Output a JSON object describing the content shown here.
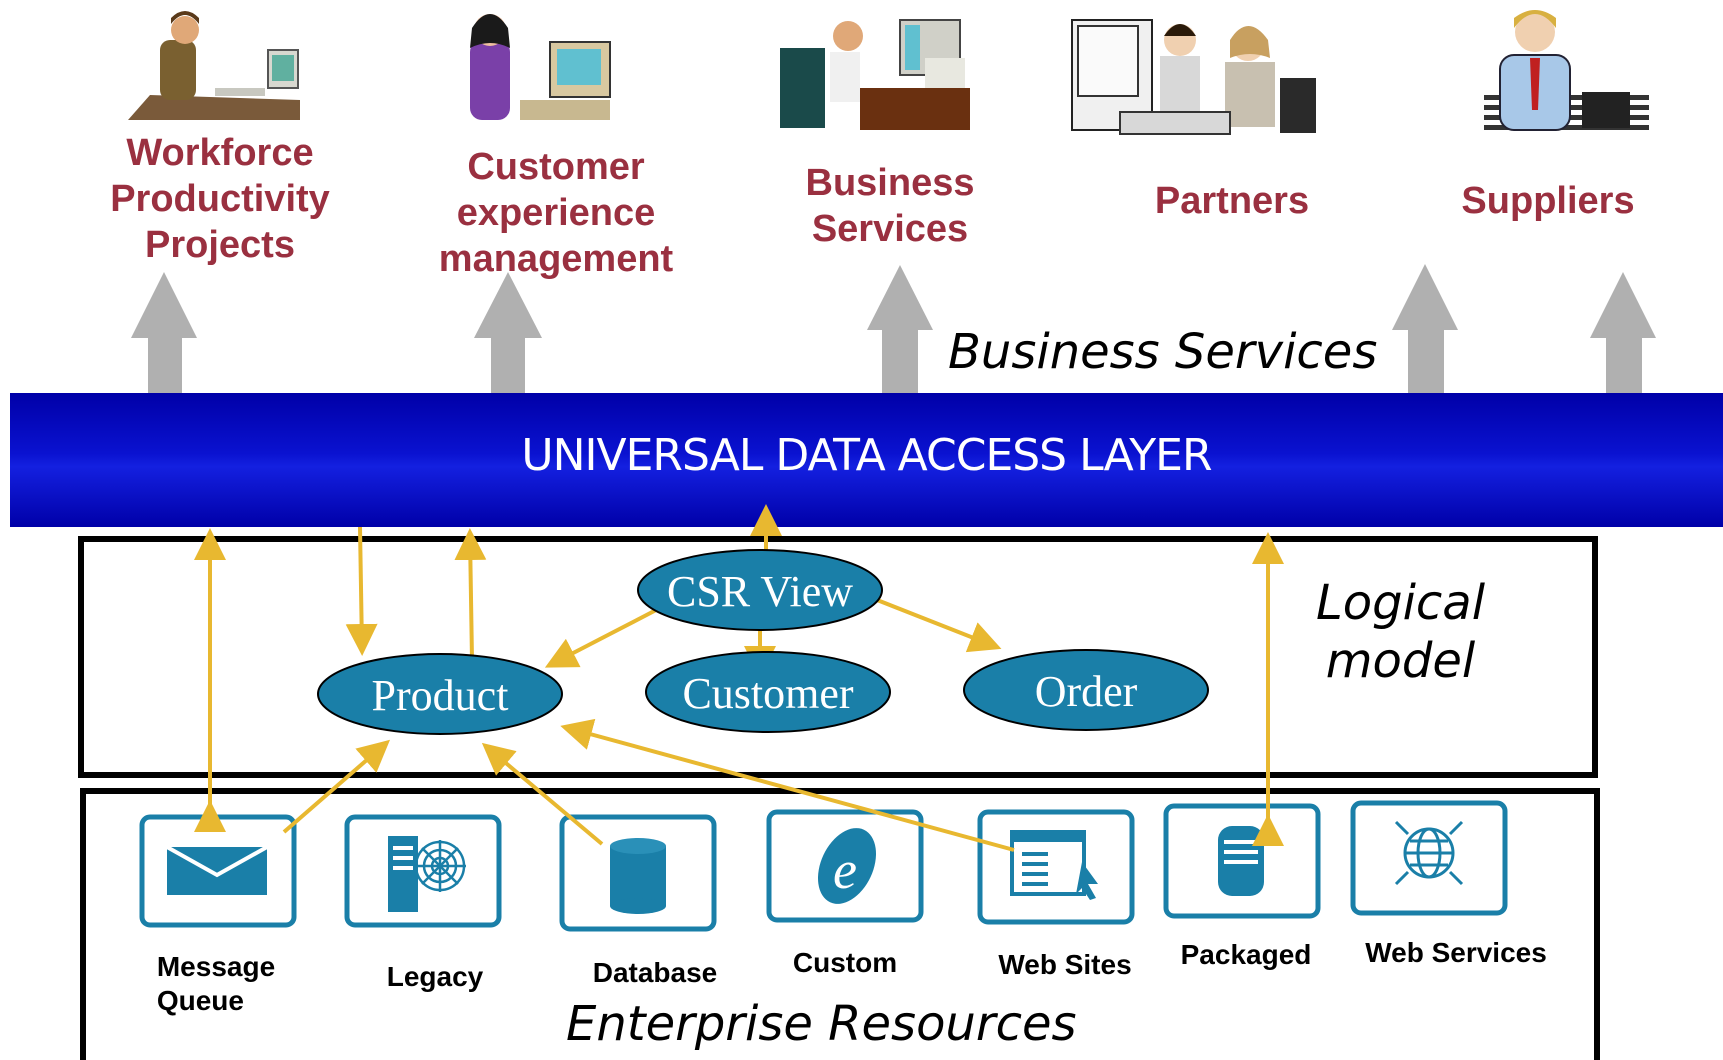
{
  "consumers": [
    {
      "label_lines": [
        "Workforce",
        "Productivity",
        "Projects"
      ],
      "icon": "person-at-desk-icon"
    },
    {
      "label_lines": [
        "Customer",
        "experience",
        "management"
      ],
      "icon": "person-at-computer-icon"
    },
    {
      "label_lines": [
        "Business",
        "Services"
      ],
      "icon": "person-at-office-desk-icon"
    },
    {
      "label_lines": [
        "Partners"
      ],
      "icon": "two-people-at-computer-icon"
    },
    {
      "label_lines": [
        "Suppliers"
      ],
      "icon": "person-with-laptop-icon"
    }
  ],
  "business_services_label": "Business Services",
  "access_layer_label": "UNIVERSAL DATA ACCESS LAYER",
  "logical_model_label_lines": [
    "Logical",
    "model"
  ],
  "entities": {
    "csr_view": "CSR View",
    "product": "Product",
    "customer": "Customer",
    "order": "Order"
  },
  "resources": [
    {
      "label_lines": [
        "Message",
        "Queue"
      ],
      "icon": "envelope-icon"
    },
    {
      "label_lines": [
        "Legacy"
      ],
      "icon": "server-web-icon"
    },
    {
      "label_lines": [
        "Database"
      ],
      "icon": "cylinder-database-icon"
    },
    {
      "label_lines": [
        "Custom"
      ],
      "icon": "e-logo-icon"
    },
    {
      "label_lines": [
        "Web Sites"
      ],
      "icon": "browser-window-icon"
    },
    {
      "label_lines": [
        "Packaged"
      ],
      "icon": "server-package-icon"
    },
    {
      "label_lines": [
        "Web Services"
      ],
      "icon": "globe-arrows-icon"
    }
  ],
  "enterprise_resources_label": "Enterprise Resources",
  "colors": {
    "consumer_text": "#9a3040",
    "layer_blue": "#0000a8",
    "entity_fill": "#1a7fa8",
    "resource_blue": "#1a7fa8",
    "connector": "#e8b830",
    "up_arrow": "#b0b0b0"
  }
}
